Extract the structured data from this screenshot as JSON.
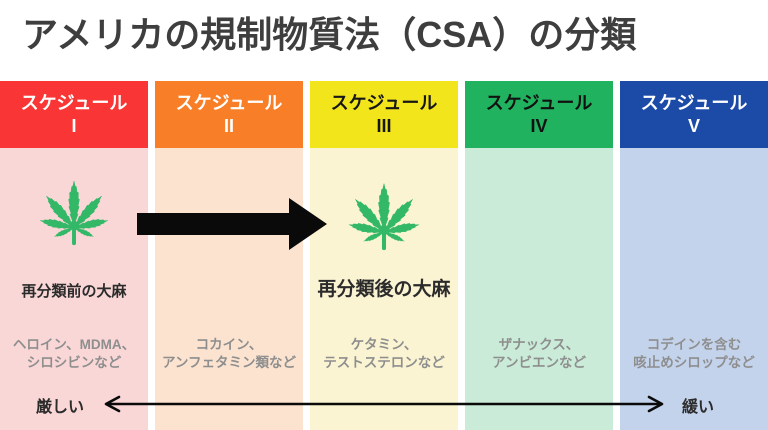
{
  "title": "アメリカの規制物質法（CSA）の分類",
  "columns": [
    {
      "label": "スケジュール",
      "numeral": "I",
      "header_bg": "#FA3535",
      "body_bg": "#FAD7D7",
      "leaf_label": "再分類前の大麻",
      "drugs": [
        "ヘロイン、MDMA、",
        "シロシビンなど"
      ]
    },
    {
      "label": "スケジュール",
      "numeral": "II",
      "header_bg": "#F87E28",
      "body_bg": "#FBE3CF",
      "drugs": [
        "コカイン、",
        "アンフェタミン類など"
      ]
    },
    {
      "label": "スケジュール",
      "numeral": "III",
      "header_bg": "#F2E51C",
      "body_bg": "#FAF4D3",
      "leaf_label": "再分類後の大麻",
      "drugs": [
        "ケタミン、",
        "テストステロンなど"
      ]
    },
    {
      "label": "スケジュール",
      "numeral": "IV",
      "header_bg": "#20B25E",
      "body_bg": "#C9EBD8",
      "drugs": [
        "ザナックス、",
        "アンビエンなど"
      ]
    },
    {
      "label": "スケジュール",
      "numeral": "V",
      "header_bg": "#1C4BA7",
      "body_bg": "#C4D3EC",
      "drugs": [
        "コデインを含む",
        "咳止めシロップなど"
      ]
    }
  ],
  "severity_scale": {
    "strict_label": "厳しい",
    "lenient_label": "緩い"
  },
  "icons": {
    "leaf": "cannabis-leaf-icon",
    "reclassification": "right-arrow-icon",
    "severity": "double-arrow-icon"
  },
  "colors": {
    "title_text": "#3E3E3E",
    "leaf_green": "#33B868",
    "drug_text": "#8E8E8E",
    "arrow_black": "#0A0A0A"
  }
}
